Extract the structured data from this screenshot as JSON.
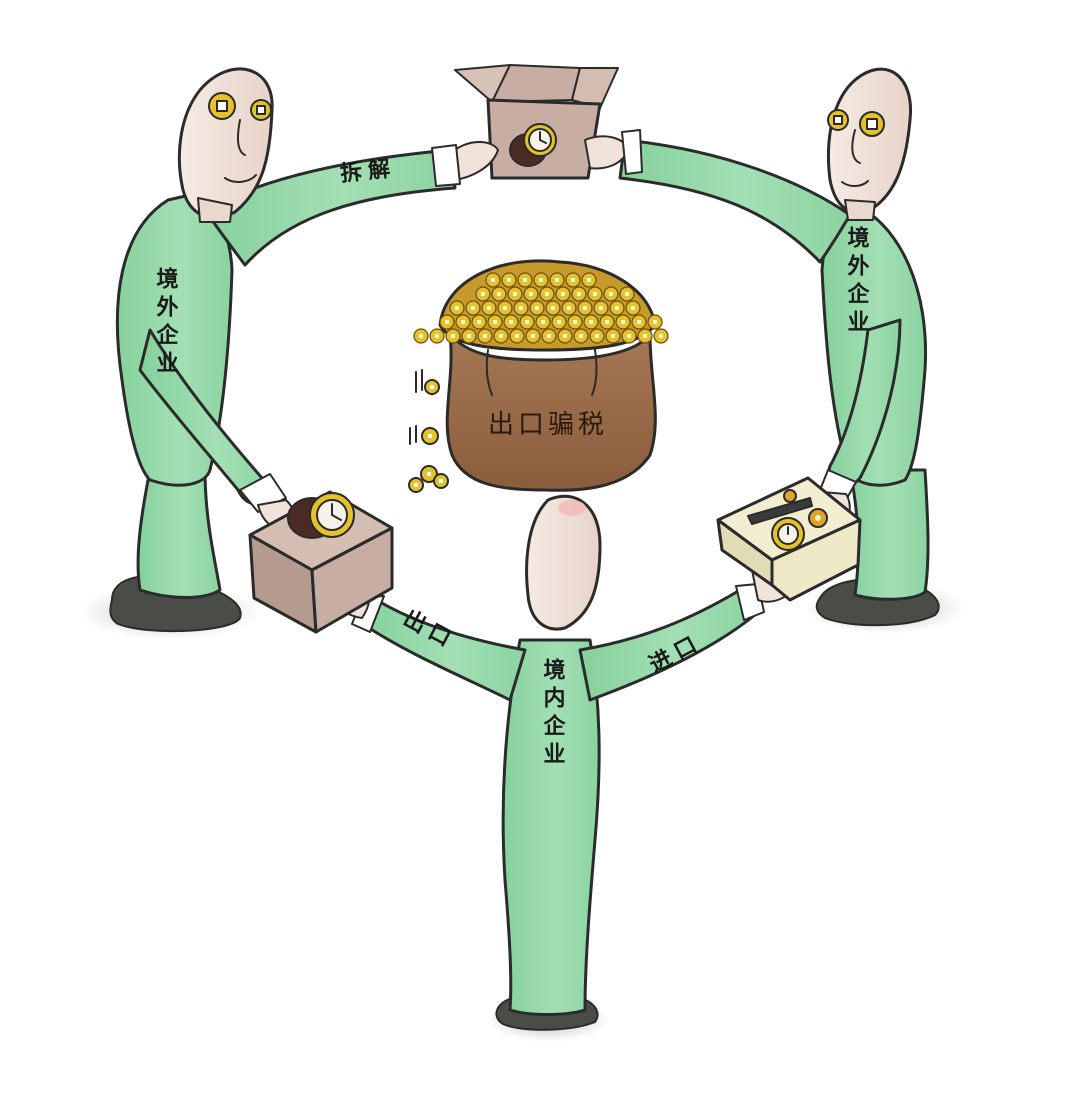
{
  "scene": {
    "center_bag_label": "出口骗税",
    "left_person_label": "境外企业",
    "right_person_label": "境外企业",
    "bottom_person_label": "境内企业",
    "arrow_top": "拆解",
    "arrow_bottom_left": "出口",
    "arrow_bottom_right": "进口"
  },
  "colors": {
    "suit": "#9fdcaf",
    "suit_shade": "#7cc896",
    "skin": "#f1e2da",
    "box": "#c7ada2",
    "box_light": "#ede8c6",
    "bag": "#9a6a46",
    "coin": "#e6c22a",
    "shoe": "#4a4d46"
  },
  "icons": [
    "coin-eye-icon",
    "watch-icon",
    "coin-icon",
    "money-bag-icon",
    "gear-icon",
    "watch-strap-icon"
  ]
}
